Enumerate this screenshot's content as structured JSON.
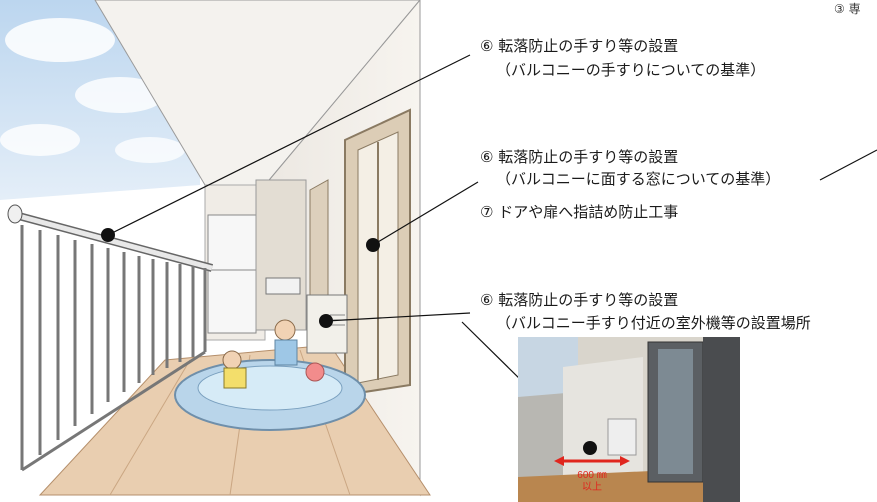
{
  "page_number_label": "③ 専",
  "callouts": {
    "railing": {
      "line1": "⑥ 転落防止の手すり等の設置",
      "line2": "（バルコニーの手すりについての基準）"
    },
    "window": {
      "line1": "⑥ 転落防止の手すり等の設置",
      "line2": "（バルコニーに面する窓についての基準）"
    },
    "door": {
      "line1": "⑦ ドアや扉へ指詰め防止工事"
    },
    "ac_unit": {
      "line1": "⑥ 転落防止の手すり等の設置",
      "line2": "（バルコニー手すり付近の室外機等の設置場所"
    }
  },
  "photo": {
    "distance_value": "600 ㎜",
    "distance_suffix": "以上"
  },
  "colors": {
    "marker": "#111111",
    "leader_line": "#111111",
    "photo_arrow": "#e0261e"
  }
}
